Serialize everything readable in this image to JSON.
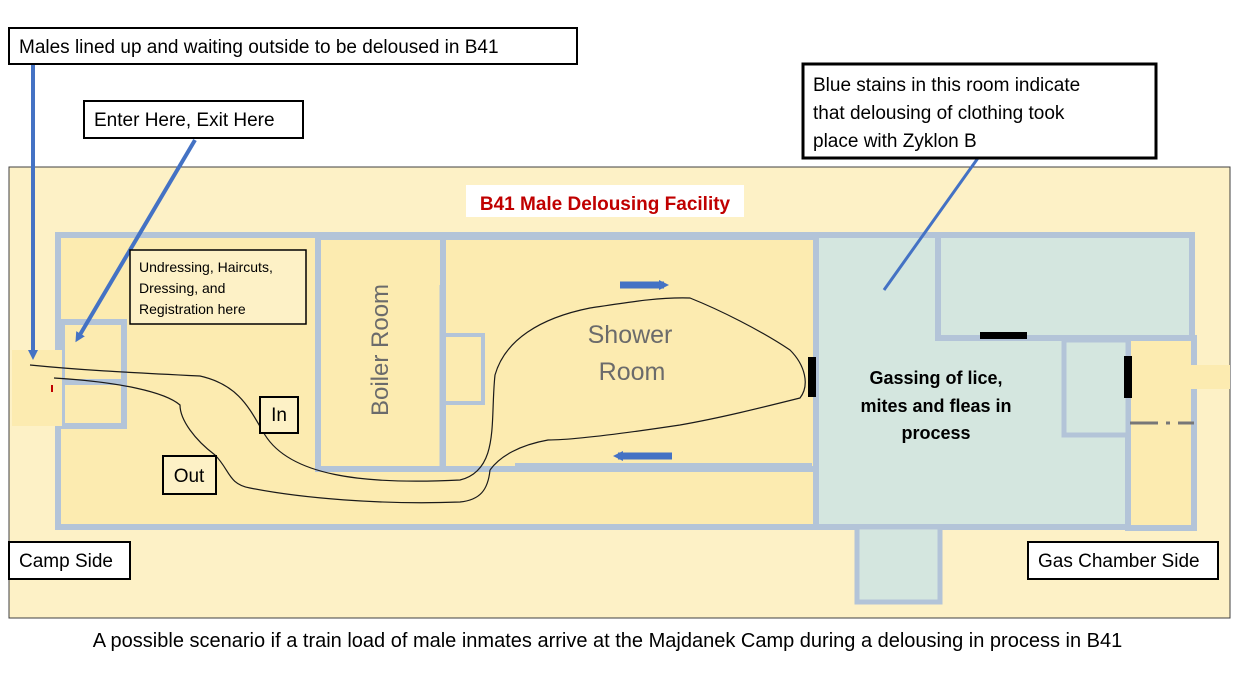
{
  "title": "B41 Male Delousing Facility",
  "rooms": {
    "boiler": "Boiler Room",
    "shower_line1": "Shower",
    "shower_line2": "Room",
    "gassing_line1": "Gassing of lice,",
    "gassing_line2": "mites and fleas in",
    "gassing_line3": "process"
  },
  "callouts": {
    "males_waiting": "Males lined up and waiting outside to be deloused in B41",
    "enter_exit": "Enter Here, Exit Here",
    "blue_stains_line1": "Blue stains in this room indicate",
    "blue_stains_line2": "that delousing of clothing took",
    "blue_stains_line3": "place with Zyklon B",
    "undressing_line1": "Undressing, Haircuts,",
    "undressing_line2": "Dressing,  and",
    "undressing_line3": "Registration here",
    "in": "In",
    "out": "Out",
    "camp_side": "Camp Side",
    "gas_chamber_side": "Gas Chamber Side"
  },
  "caption": "A possible scenario if a train load of male inmates arrive at the Majdanek Camp during a delousing in process in B41",
  "colors": {
    "plan_background": "#fdf1c6",
    "room_fill": "#fcebb0",
    "wall": "#b3c4d8",
    "gas_room": "#d4e6df",
    "arrow_blue": "#4472c4",
    "title_red": "#c00000"
  }
}
